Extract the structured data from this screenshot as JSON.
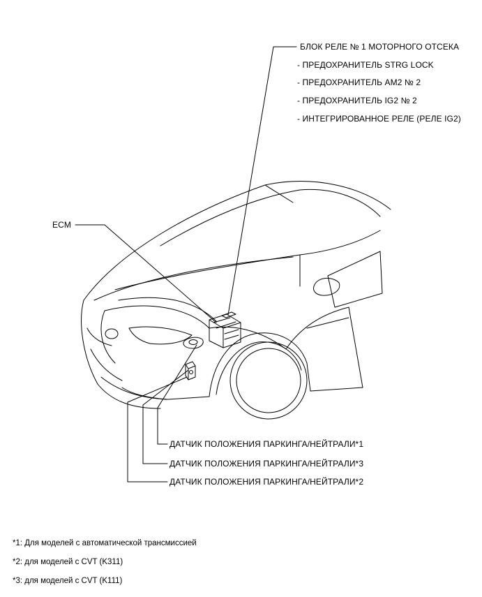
{
  "relay_block": {
    "title": "БЛОК РЕЛЕ № 1 МОТОРНОГО ОТСЕКА",
    "items": [
      "- ПРЕДОХРАНИТЕЛЬ STRG LOCK",
      "- ПРЕДОХРАНИТЕЛЬ AM2 № 2",
      "- ПРЕДОХРАНИТЕЛЬ IG2 № 2",
      "- ИНТЕГРИРОВАННОЕ РЕЛЕ (РЕЛЕ IG2)"
    ]
  },
  "ecm_label": "ECM",
  "sensors": [
    "ДАТЧИК ПОЛОЖЕНИЯ ПАРКИНГА/НЕЙТРАЛИ*1",
    "ДАТЧИК ПОЛОЖЕНИЯ ПАРКИНГА/НЕЙТРАЛИ*3",
    "ДАТЧИК ПОЛОЖЕНИЯ ПАРКИНГА/НЕЙТРАЛИ*2"
  ],
  "footnotes": [
    "*1: Для моделей с автоматической трансмиссией",
    "*2: для моделей с CVT (K311)",
    "*3: для моделей с CVT (K111)"
  ]
}
